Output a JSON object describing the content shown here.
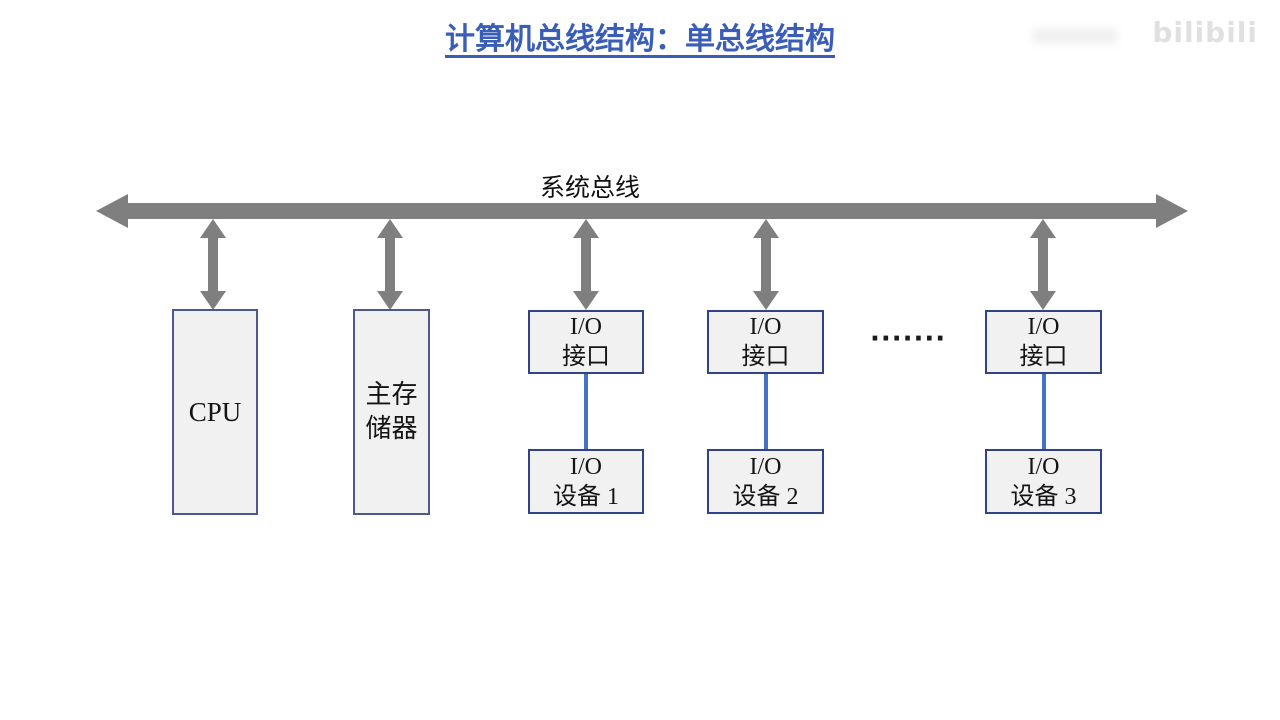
{
  "title": {
    "text": "计算机总线结构：单总线结构"
  },
  "watermark": {
    "text": "bilibili"
  },
  "bus": {
    "label": "系统总线"
  },
  "colors": {
    "title_blue": "#3A5EB8",
    "arrow_gray": "#7F7F7F",
    "box_fill": "#F1F1F1",
    "tall_box_border": "#4A5A8C",
    "io_box_border": "#2F4386",
    "connector_blue": "#4472C4"
  },
  "cpu": {
    "label": "CPU"
  },
  "memory": {
    "line1": "主存",
    "line2": "储器"
  },
  "io_columns": [
    {
      "iface_line1": "I/O",
      "iface_line2": "接口",
      "device_line1": "I/O",
      "device_line2": "设备 1"
    },
    {
      "iface_line1": "I/O",
      "iface_line2": "接口",
      "device_line1": "I/O",
      "device_line2": "设备 2"
    },
    {
      "iface_line1": "I/O",
      "iface_line2": "接口",
      "device_line1": "I/O",
      "device_line2": "设备 3"
    }
  ],
  "ellipsis": "·······"
}
